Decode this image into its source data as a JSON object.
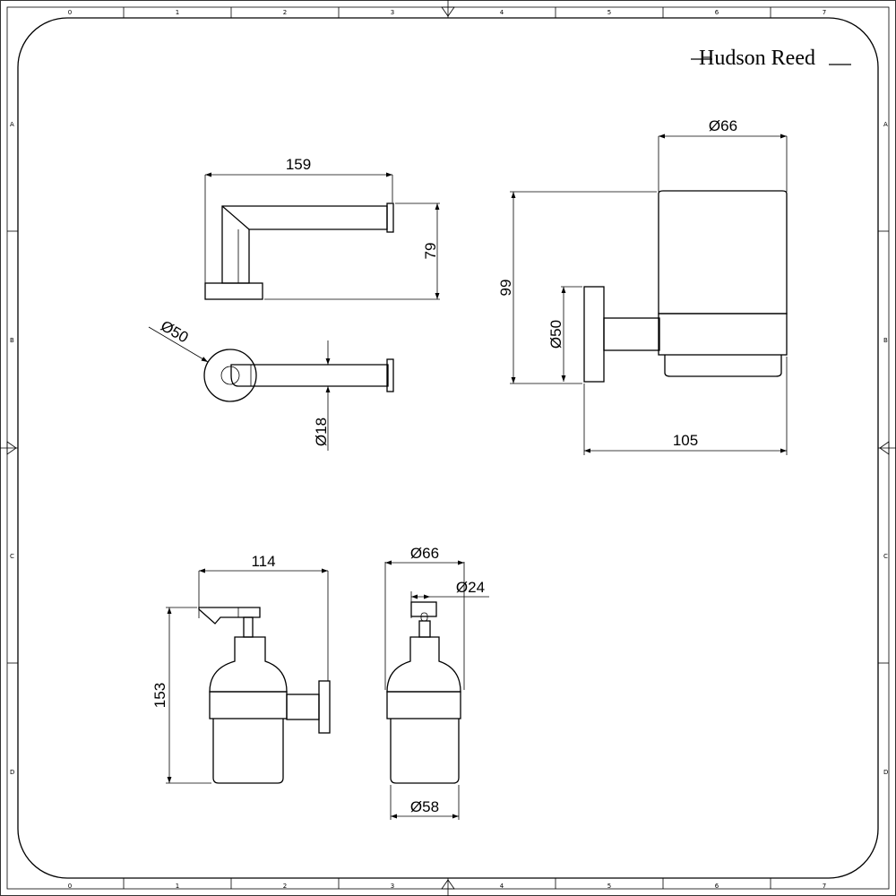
{
  "brand": {
    "name": "Hudson Reed"
  },
  "border": {
    "columns": [
      "0",
      "1",
      "2",
      "3",
      "4",
      "5",
      "6",
      "7"
    ],
    "rows": [
      "A",
      "B",
      "C",
      "D"
    ]
  },
  "toilet_roll_holder": {
    "width": "159",
    "height": "79",
    "base_diameter": "Ø50",
    "bar_diameter": "Ø18"
  },
  "tumbler_holder": {
    "diameter": "Ø66",
    "height": "99",
    "base_diameter": "Ø50",
    "projection": "105"
  },
  "soap_dispenser": {
    "width": "114",
    "height": "153",
    "front_diameter": "Ø66",
    "pump_diameter": "Ø24",
    "bottom_diameter": "Ø58"
  }
}
